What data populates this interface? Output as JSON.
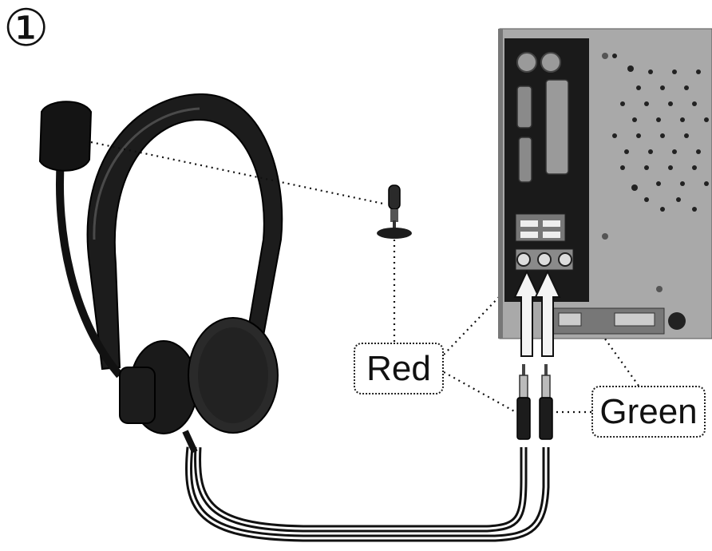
{
  "step": {
    "number": "①"
  },
  "labels": {
    "red": "Red",
    "green": "Green"
  },
  "colors": {
    "line": "#111111",
    "headband": "#1c1c1c",
    "pc_case": "#a9a9a9",
    "pc_panel": "#1a1a1a",
    "arrow_fill": "#f4f4f4"
  },
  "icons": {
    "microphone": "microphone-icon"
  }
}
